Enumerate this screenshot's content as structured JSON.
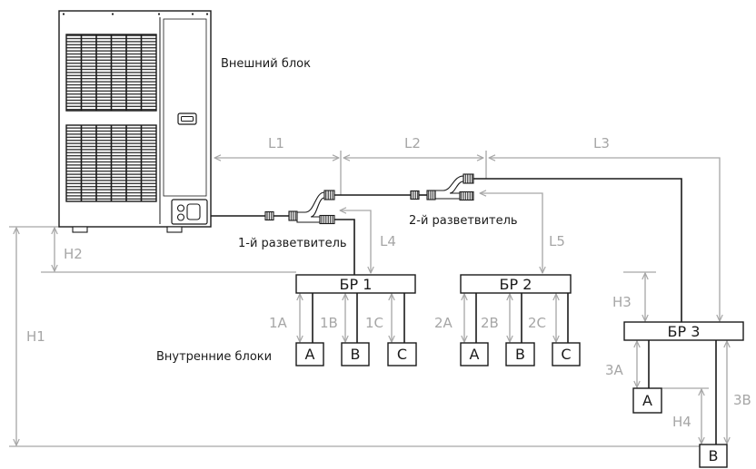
{
  "outdoor_unit": {
    "label": "Внешний блок"
  },
  "branches": [
    {
      "label": "1-й разветвитель"
    },
    {
      "label": "2-й разветвитель"
    }
  ],
  "indoor_units_caption": "Внутренние блоки",
  "distribution_boxes": [
    {
      "label": "БР 1",
      "units": [
        "A",
        "B",
        "C"
      ],
      "runs": [
        "1A",
        "1B",
        "1C"
      ]
    },
    {
      "label": "БР 2",
      "units": [
        "A",
        "B",
        "C"
      ],
      "runs": [
        "2A",
        "2B",
        "2C"
      ]
    },
    {
      "label": "БР 3",
      "units": [
        "A",
        "B"
      ],
      "runs": [
        "3A",
        "3B"
      ]
    }
  ],
  "lengths": [
    "L1",
    "L2",
    "L3",
    "L4",
    "L5"
  ],
  "heights": [
    "H1",
    "H2",
    "H3",
    "H4"
  ],
  "colors": {
    "pipe": "#1a1a1a",
    "dimension": "#a6a6a6"
  }
}
